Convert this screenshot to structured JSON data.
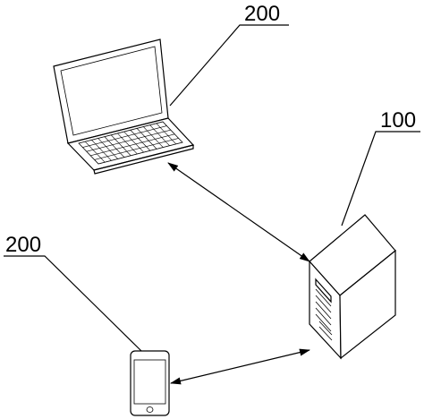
{
  "labels": {
    "laptop": "200",
    "server": "100",
    "phone": "200"
  }
}
